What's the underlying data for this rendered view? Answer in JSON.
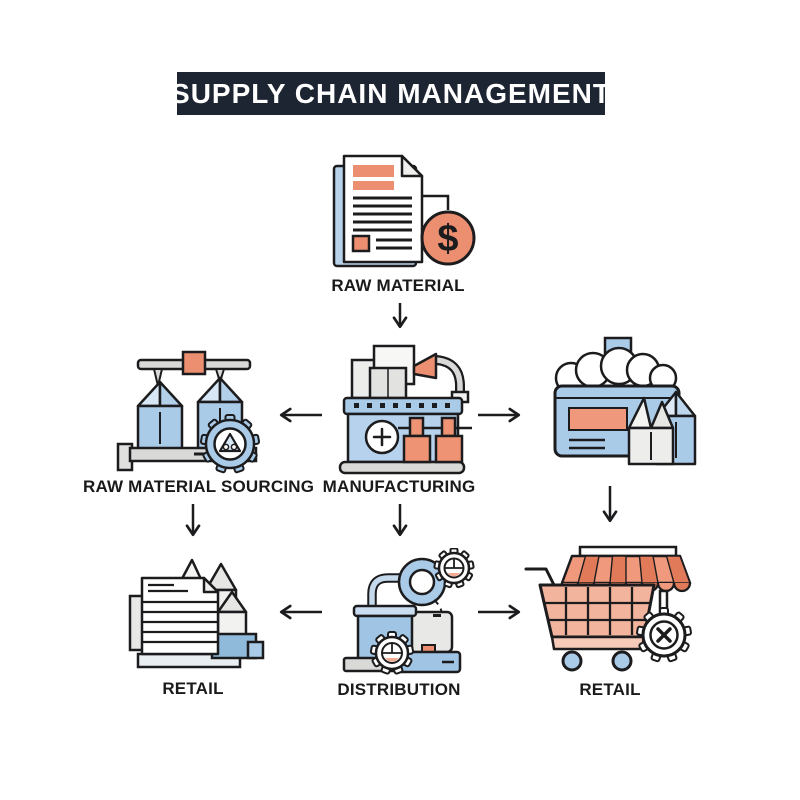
{
  "title": "SUPPLY CHAIN MANAGEMENT",
  "diagram": {
    "nodes": [
      {
        "id": "raw-material",
        "label": "RAW MATERIAL",
        "icon": "invoice-dollar-icon",
        "currency_symbol": "$"
      },
      {
        "id": "raw-material-sourcing",
        "label": "RAW MATERIAL SOURCING",
        "icon": "silos-conveyor-gear-icon"
      },
      {
        "id": "manufacturing",
        "label": "MANUFACTURING",
        "icon": "production-machine-icon"
      },
      {
        "id": "packaging",
        "label": "",
        "icon": "container-open-boxes-icon"
      },
      {
        "id": "retail-warehouse",
        "label": "RETAIL",
        "icon": "stacked-goods-icon"
      },
      {
        "id": "distribution",
        "label": "DISTRIBUTION",
        "icon": "distribution-plant-icon"
      },
      {
        "id": "retail-store",
        "label": "RETAIL",
        "icon": "storefront-cart-icon"
      }
    ],
    "edges": [
      {
        "from": "raw-material",
        "to": "manufacturing",
        "direction": "down"
      },
      {
        "from": "manufacturing",
        "to": "raw-material-sourcing",
        "direction": "left"
      },
      {
        "from": "manufacturing",
        "to": "packaging",
        "direction": "right"
      },
      {
        "from": "raw-material-sourcing",
        "to": "retail-warehouse",
        "direction": "down"
      },
      {
        "from": "manufacturing",
        "to": "distribution",
        "direction": "down"
      },
      {
        "from": "packaging",
        "to": "retail-store",
        "direction": "down"
      },
      {
        "from": "distribution",
        "to": "retail-warehouse",
        "direction": "left"
      },
      {
        "from": "distribution",
        "to": "retail-store",
        "direction": "right"
      }
    ]
  },
  "colors": {
    "background": "#ffffff",
    "title_bg": "#1e2532",
    "title_text": "#ffffff",
    "outline": "#1c1c1e",
    "salmon": "#ec8f70",
    "salmon_light": "#f2ab92",
    "blue": "#a9cbe8",
    "blue_light": "#cfe2f3",
    "gray": "#d9d9d7",
    "label_text": "#1a1a1a"
  }
}
